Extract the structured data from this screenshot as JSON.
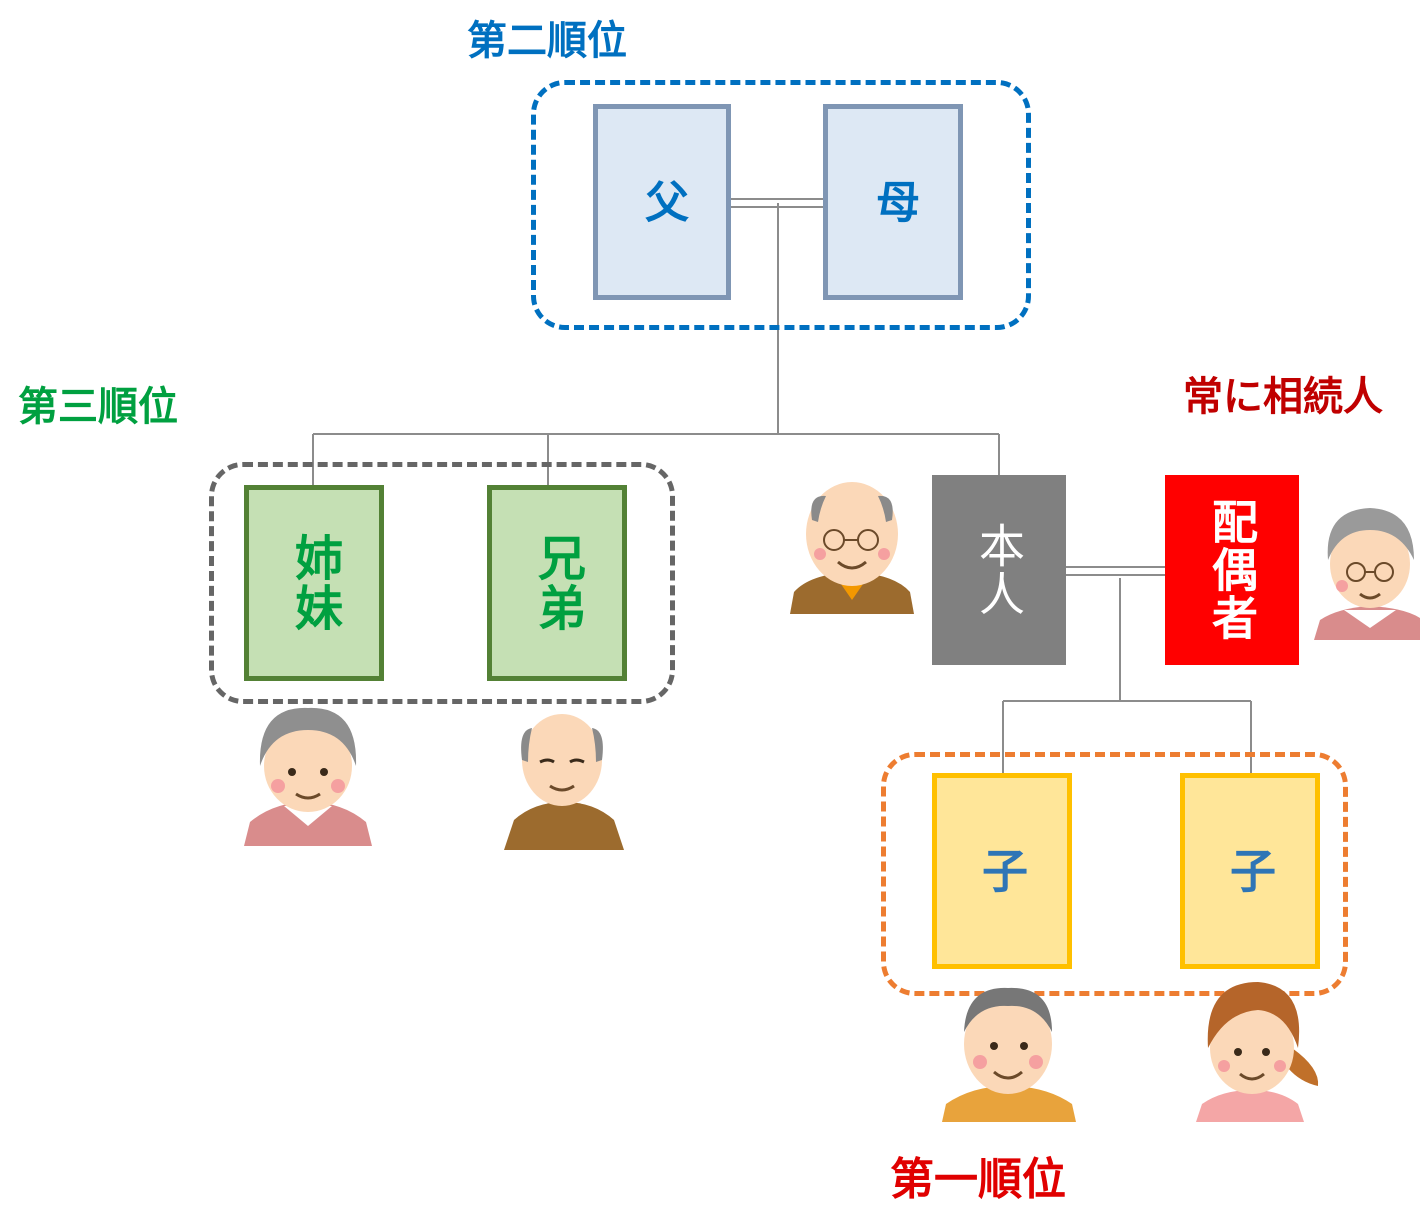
{
  "ranks": {
    "second": {
      "label": "第二順位",
      "color": "#0070c0"
    },
    "third": {
      "label": "第三順位",
      "color": "#00a040"
    },
    "first": {
      "label": "第一順位",
      "color": "#e00000"
    },
    "always": {
      "label": "常に相続人",
      "color": "#c00000"
    }
  },
  "persons": {
    "father": {
      "label": "父"
    },
    "mother": {
      "label": "母"
    },
    "sister": {
      "label": "姉妹"
    },
    "brother": {
      "label": "兄弟"
    },
    "self": {
      "label": "本人"
    },
    "spouse": {
      "label": "配偶者"
    },
    "child1": {
      "label": "子"
    },
    "child2": {
      "label": "子"
    }
  },
  "colors": {
    "parent_fill": "#dde8f4",
    "parent_border": "#7f96b4",
    "sibling_fill": "#c5e0b4",
    "sibling_border": "#538135",
    "child_fill": "#ffe699",
    "child_border": "#ffc000",
    "self_fill": "#808080",
    "spouse_fill": "#ff0000",
    "second_frame": "#0070c0",
    "third_frame": "#666666",
    "first_frame": "#ed7d31"
  }
}
